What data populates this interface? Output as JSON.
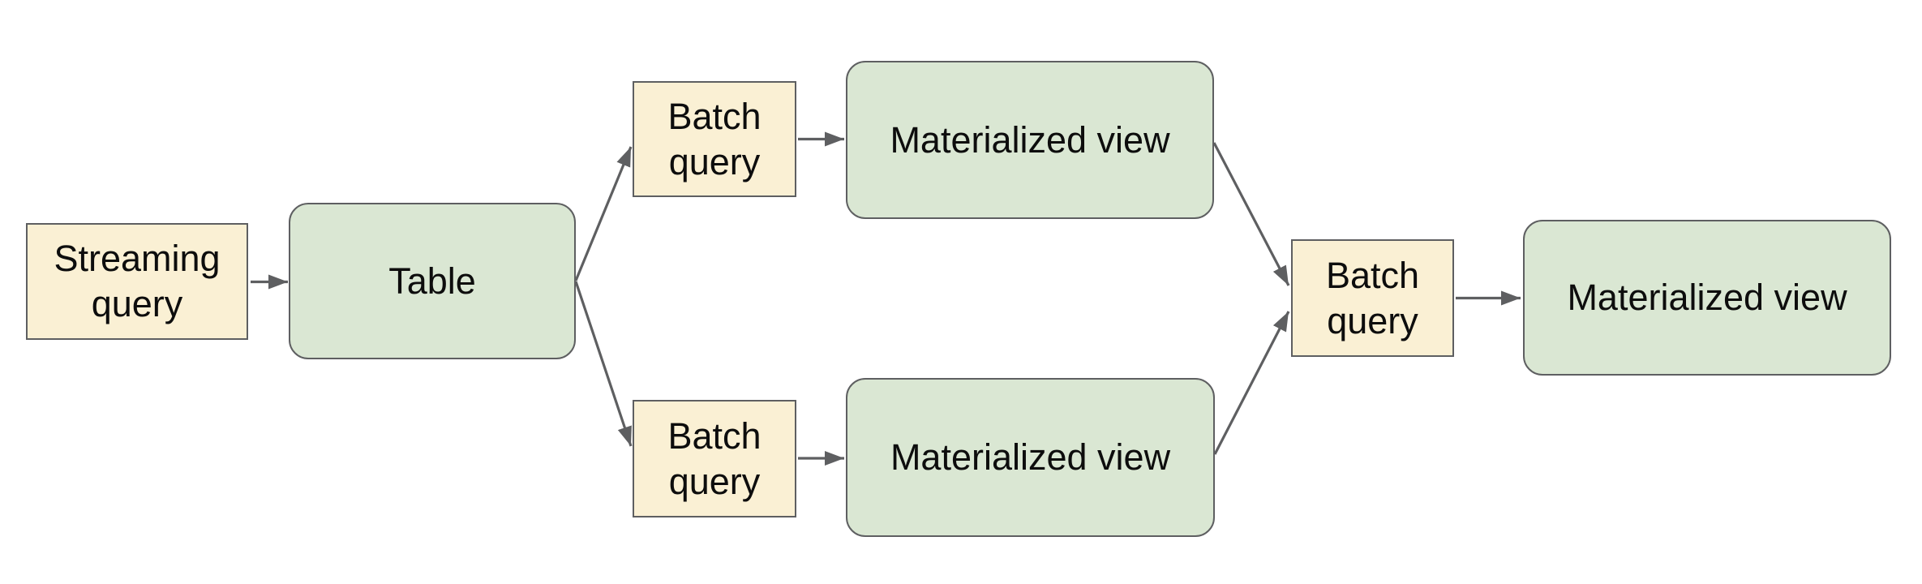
{
  "diagram": {
    "colors": {
      "background": "#ffffff",
      "query_box_fill": "#faf0d4",
      "entity_box_fill": "#dae7d3",
      "stroke": "#5e5f61",
      "text": "#0d0d0d"
    },
    "nodes": [
      {
        "id": "streaming-query",
        "label": "Streaming query",
        "type": "query"
      },
      {
        "id": "table",
        "label": "Table",
        "type": "entity"
      },
      {
        "id": "batch-query-top",
        "label": "Batch query",
        "type": "query"
      },
      {
        "id": "materialized-view-top",
        "label": "Materialized view",
        "type": "entity"
      },
      {
        "id": "batch-query-bottom",
        "label": "Batch query",
        "type": "query"
      },
      {
        "id": "materialized-view-bottom",
        "label": "Materialized view",
        "type": "entity"
      },
      {
        "id": "batch-query-right",
        "label": "Batch query",
        "type": "query"
      },
      {
        "id": "materialized-view-right",
        "label": "Materialized view",
        "type": "entity"
      }
    ],
    "edges": [
      {
        "from": "streaming-query",
        "to": "table"
      },
      {
        "from": "table",
        "to": "batch-query-top"
      },
      {
        "from": "table",
        "to": "batch-query-bottom"
      },
      {
        "from": "batch-query-top",
        "to": "materialized-view-top"
      },
      {
        "from": "batch-query-bottom",
        "to": "materialized-view-bottom"
      },
      {
        "from": "materialized-view-top",
        "to": "batch-query-right"
      },
      {
        "from": "materialized-view-bottom",
        "to": "batch-query-right"
      },
      {
        "from": "batch-query-right",
        "to": "materialized-view-right"
      }
    ]
  }
}
